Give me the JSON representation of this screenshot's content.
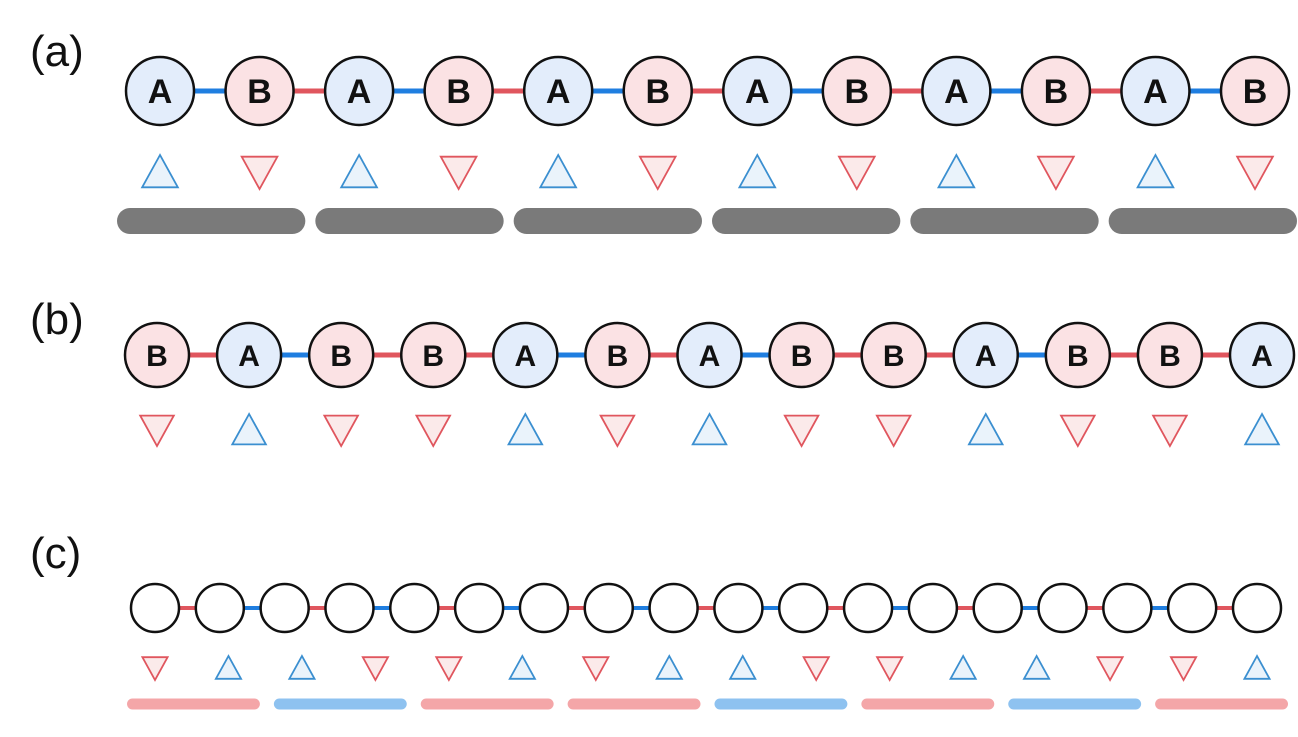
{
  "colors": {
    "a_fill": "#e3edfb",
    "b_fill": "#fbe2e4",
    "empty_fill": "#ffffff",
    "node_stroke": "#111111",
    "blue_bond": "#1f7ee0",
    "red_bond": "#e0565e",
    "up_triangle": "#3b8fd0",
    "down_triangle": "#e0565e",
    "gray_bar": "#7a7a7a",
    "pink_bar": "#f4a6a8",
    "light_blue_bar": "#8ec2f0"
  },
  "panels": [
    {
      "label": "(a)",
      "nodes": [
        "A",
        "B",
        "A",
        "B",
        "A",
        "B",
        "A",
        "B",
        "A",
        "B",
        "A",
        "B"
      ],
      "bonds": [
        "blue",
        "red",
        "blue",
        "red",
        "blue",
        "red",
        "blue",
        "red",
        "blue",
        "red",
        "blue"
      ],
      "spins": [
        "up",
        "down",
        "up",
        "down",
        "up",
        "down",
        "up",
        "down",
        "up",
        "down",
        "up",
        "down"
      ],
      "bars": [
        "gray",
        "gray",
        "gray",
        "gray",
        "gray",
        "gray"
      ]
    },
    {
      "label": "(b)",
      "nodes": [
        "B",
        "A",
        "B",
        "B",
        "A",
        "B",
        "A",
        "B",
        "B",
        "A",
        "B",
        "B",
        "A"
      ],
      "bonds": [
        "red",
        "blue",
        "red",
        "red",
        "blue",
        "red",
        "blue",
        "red",
        "red",
        "blue",
        "red",
        "red"
      ],
      "spins": [
        "down",
        "up",
        "down",
        "down",
        "up",
        "down",
        "up",
        "down",
        "down",
        "up",
        "down",
        "down",
        "up"
      ],
      "bars": []
    },
    {
      "label": "(c)",
      "nodes": [
        "",
        "",
        "",
        "",
        "",
        "",
        "",
        "",
        "",
        "",
        "",
        "",
        "",
        "",
        "",
        "",
        "",
        ""
      ],
      "bonds": [
        "red",
        "blue",
        "red",
        "blue",
        "red",
        "blue",
        "red",
        "blue",
        "red",
        "blue",
        "red",
        "blue",
        "red",
        "blue",
        "red",
        "blue",
        "red"
      ],
      "spins": [
        "down",
        "up",
        "up",
        "down",
        "down",
        "up",
        "down",
        "up",
        "up",
        "down",
        "down",
        "up",
        "up",
        "down",
        "down",
        "up"
      ],
      "bars": [
        "pink",
        "light-blue",
        "pink",
        "pink",
        "light-blue",
        "pink",
        "light-blue",
        "pink"
      ]
    }
  ]
}
